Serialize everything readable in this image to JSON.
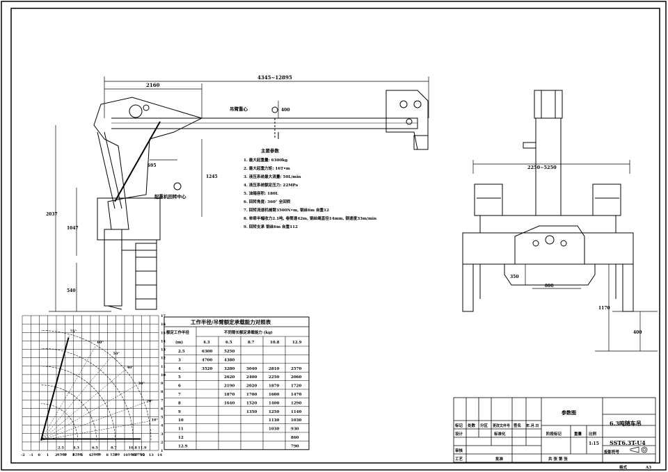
{
  "drawing": {
    "dims": {
      "top_total": "4345~12895",
      "d2160": "2160",
      "d400": "400",
      "d695": "695",
      "d1245": "1245",
      "d2037": "2037",
      "d1047": "1047",
      "d540": "540",
      "width": "2250~5250",
      "d350": "350",
      "d800": "800",
      "d1170": "1170",
      "d400b": "400"
    },
    "labels": {
      "boom_center": "吊臂重心",
      "crane_center": "起重机回转中心"
    }
  },
  "specs": {
    "title": "主要参数",
    "items": [
      "1. 最大起重量: 6300kg",
      "2. 最大起重力矩: 16T•m",
      "3. 液压系统最大流量: 50L/min",
      "4. 液压系统额定压力: 22MPa",
      "5. 油箱容积: 180L",
      "6. 回转角度: 360° 全回转",
      "7. 回转流速机械臂3500N•m, 钢丝6m 自重12",
      "8. 单牵半幅收力2.1吨, 卷筒速42m, 钢丝绳直径14mm, 钢速度33m/min",
      "9. 回转支承  钢丝6m 自重112"
    ]
  },
  "chart_data": {
    "type": "line",
    "title": "",
    "x_ticks": [
      "-2",
      "-1",
      "0",
      "1",
      "2",
      "3",
      "4",
      "5",
      "6",
      "7",
      "8",
      "9",
      "10",
      "11",
      "12",
      "13",
      "14"
    ],
    "y_ticks": [
      "0",
      "1",
      "2",
      "3",
      "4",
      "5",
      "6",
      "7",
      "8",
      "9",
      "10",
      "11",
      "12",
      "13",
      "14",
      "15",
      "16"
    ],
    "y_ticks_right": [
      "1",
      "2",
      "3",
      "4",
      "5",
      "6",
      "7",
      "8",
      "9",
      "10",
      "11",
      "12",
      "13",
      "14",
      "15",
      "16",
      "17"
    ],
    "radius_labels": [
      "2.5",
      "4.3",
      "6.5",
      "8.7",
      "10.8",
      "11.9",
      "6300",
      "3280",
      "2000",
      "1290",
      "1040",
      "790"
    ],
    "angle_labels": [
      "75°",
      "60°",
      "50°",
      "40°",
      "30°",
      "20°",
      "10°"
    ],
    "boom_lengths": [
      4.3,
      6.5,
      8.7,
      10.8,
      12.9
    ]
  },
  "load_table": {
    "title": "工作半径/吊臂额定承载能力对照表",
    "col_header_left": "额定工作半径",
    "col_header_left_unit": "(m)",
    "col_header_right": "不同臂长额定承载能力 (kg)",
    "boom_lengths": [
      "4.3",
      "6.5",
      "8.7",
      "10.8",
      "12.9"
    ],
    "rows": [
      {
        "r": "2.5",
        "v": [
          "6300",
          "5250",
          "",
          "",
          ""
        ]
      },
      {
        "r": "3",
        "v": [
          "4700",
          "4380",
          "",
          "",
          ""
        ]
      },
      {
        "r": "4",
        "v": [
          "3520",
          "3280",
          "3040",
          "2810",
          "2570"
        ]
      },
      {
        "r": "5",
        "v": [
          "",
          "2620",
          "2400",
          "2250",
          "2060"
        ]
      },
      {
        "r": "6",
        "v": [
          "",
          "2190",
          "2020",
          "1870",
          "1720"
        ]
      },
      {
        "r": "7",
        "v": [
          "",
          "1870",
          "1700",
          "1600",
          "1470"
        ]
      },
      {
        "r": "8",
        "v": [
          "",
          "1640",
          "1520",
          "1400",
          "1290"
        ]
      },
      {
        "r": "9",
        "v": [
          "",
          "",
          "1350",
          "1250",
          "1140"
        ]
      },
      {
        "r": "10",
        "v": [
          "",
          "",
          "",
          "1130",
          "1030"
        ]
      },
      {
        "r": "11",
        "v": [
          "",
          "",
          "",
          "1030",
          "930"
        ]
      },
      {
        "r": "12",
        "v": [
          "",
          "",
          "",
          "",
          "860"
        ]
      },
      {
        "r": "12.9",
        "v": [
          "",
          "",
          "",
          "",
          "790"
        ]
      }
    ]
  },
  "title_block": {
    "drawing_name": "参数图",
    "model_name": "6.3吨随车吊",
    "model_code": "SST6.3T-U4",
    "scale": "1:15",
    "row_labels": [
      "标记",
      "处数",
      "分区",
      "更改文件号",
      "签名",
      "年.月.日"
    ],
    "designer": "设计",
    "standardization": "标准化",
    "review": "审核",
    "process": "工艺",
    "approve": "批准",
    "stage_label": "阶段标记",
    "weight_label": "重量",
    "ratio_label": "比例",
    "sheets": "共   张   第   张",
    "projection": "投影符号",
    "sheet_format": "格式",
    "format_size": "A3"
  }
}
